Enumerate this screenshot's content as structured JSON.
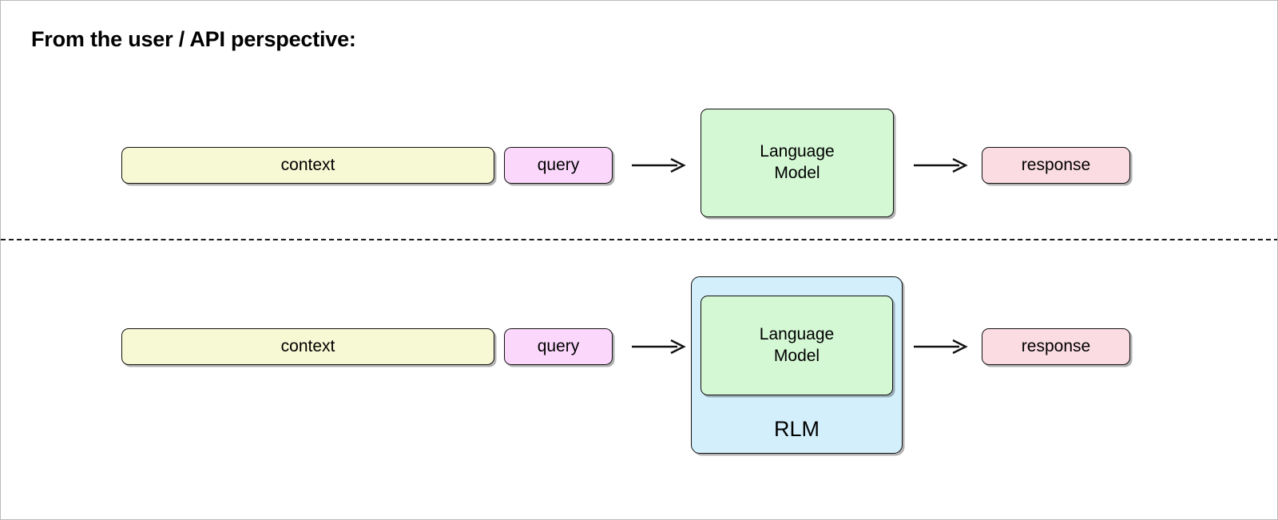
{
  "page": {
    "title": "From the user / API perspective:",
    "background_color": "#ffffff",
    "border_color": "#b9b9b9",
    "divider_style": "dashed"
  },
  "colors": {
    "context_fill": "#f7f9d4",
    "query_fill": "#fbd7fc",
    "language_model_fill": "#d4f7d4",
    "response_fill": "#fbdce3",
    "rlm_fill": "#d3effc",
    "stroke": "#111111",
    "text": "#000000"
  },
  "top_flow": {
    "context_label": "context",
    "query_label": "query",
    "language_model_label": "Language\nModel",
    "language_model_line1": "Language",
    "language_model_line2": "Model",
    "response_label": "response",
    "arrow_in_name": "arrow-right",
    "arrow_out_name": "arrow-right"
  },
  "bottom_flow": {
    "context_label": "context",
    "query_label": "query",
    "language_model_line1": "Language",
    "language_model_line2": "Model",
    "rlm_label": "RLM",
    "response_label": "response",
    "arrow_in_name": "arrow-right",
    "arrow_out_name": "arrow-right"
  }
}
